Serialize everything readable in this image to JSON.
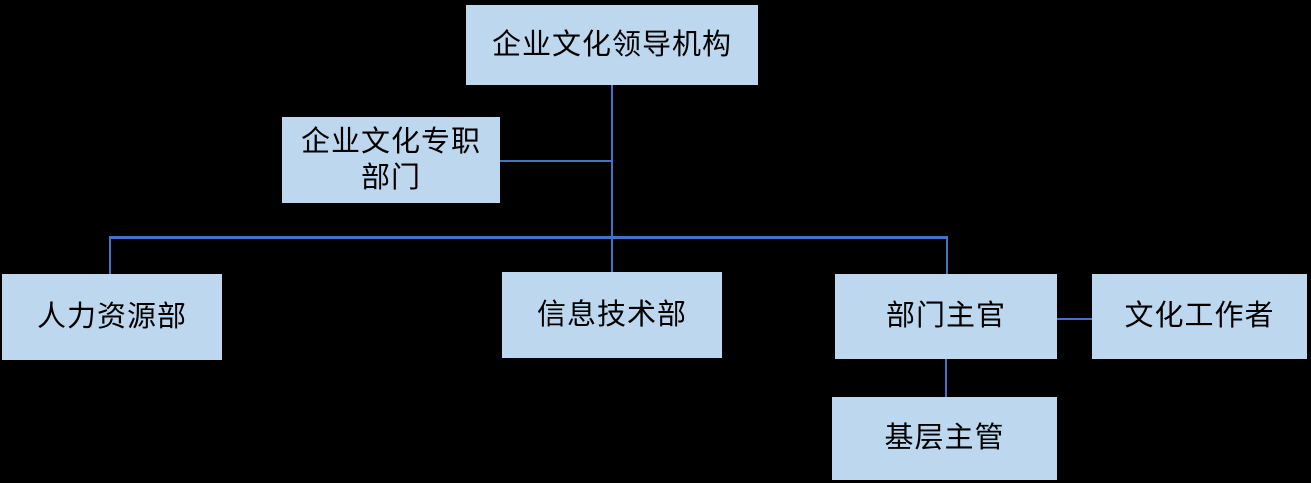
{
  "diagram": {
    "type": "org-chart",
    "colors": {
      "background": "#000000",
      "box-fill": "#bdd7ee",
      "line": "#4472c4",
      "text": "#000000"
    },
    "nodes": {
      "leadership": {
        "label": "企业文化领导机构"
      },
      "dedicated_dept": {
        "line1": "企业文化专职",
        "line2": "部门"
      },
      "hr": {
        "label": "人力资源部"
      },
      "it": {
        "label": "信息技术部"
      },
      "dept_head": {
        "label": "部门主官"
      },
      "culture_workers": {
        "label": "文化工作者"
      },
      "grassroots": {
        "label": "基层主管"
      }
    },
    "edges": [
      {
        "from": "leadership",
        "to": "dedicated_dept"
      },
      {
        "from": "leadership",
        "to": "hr"
      },
      {
        "from": "leadership",
        "to": "it"
      },
      {
        "from": "leadership",
        "to": "dept_head"
      },
      {
        "from": "dept_head",
        "to": "culture_workers"
      },
      {
        "from": "dept_head",
        "to": "grassroots"
      }
    ]
  }
}
